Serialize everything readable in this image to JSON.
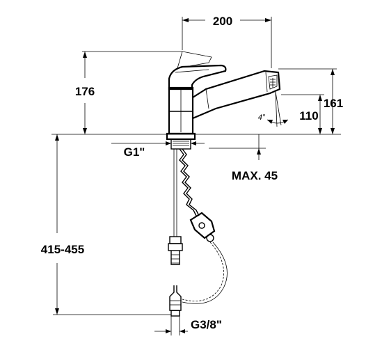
{
  "dimensions": {
    "spout_reach": "200",
    "height_above_deck": "176",
    "spout_outlet_height": "161",
    "outlet_clearance": "110",
    "spray_angle": "4°",
    "thread_top": "G1\"",
    "max_deck_thickness": "MAX. 45",
    "length_below_deck": "415-455",
    "thread_bottom": "G3/8\""
  },
  "colors": {
    "line": "#000000",
    "background": "#ffffff"
  }
}
